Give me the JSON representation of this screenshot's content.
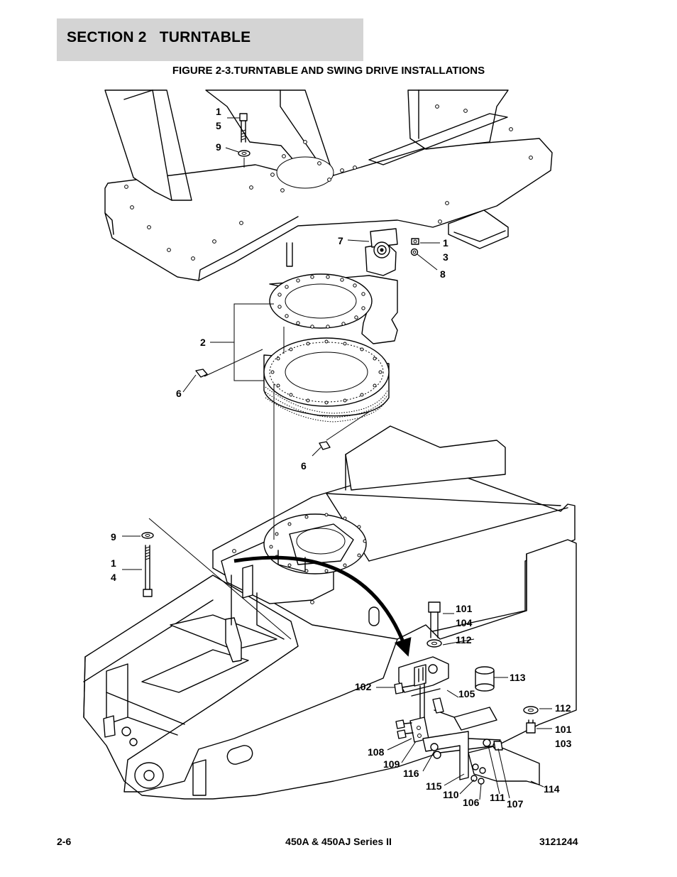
{
  "header": {
    "section_title": "SECTION 2   TURNTABLE",
    "figure_title": "FIGURE 2-3.TURNTABLE AND SWING DRIVE INSTALLATIONS"
  },
  "callouts": [
    {
      "id": "c-1a",
      "text": "1"
    },
    {
      "id": "c-5",
      "text": "5"
    },
    {
      "id": "c-9a",
      "text": "9"
    },
    {
      "id": "c-7",
      "text": "7"
    },
    {
      "id": "c-1b",
      "text": "1"
    },
    {
      "id": "c-3",
      "text": "3"
    },
    {
      "id": "c-8",
      "text": "8"
    },
    {
      "id": "c-2",
      "text": "2"
    },
    {
      "id": "c-6a",
      "text": "6"
    },
    {
      "id": "c-6b",
      "text": "6"
    },
    {
      "id": "c-9b",
      "text": "9"
    },
    {
      "id": "c-1c",
      "text": "1"
    },
    {
      "id": "c-4",
      "text": "4"
    },
    {
      "id": "c-101a",
      "text": "101"
    },
    {
      "id": "c-104",
      "text": "104"
    },
    {
      "id": "c-112a",
      "text": "112"
    },
    {
      "id": "c-113",
      "text": "113"
    },
    {
      "id": "c-102",
      "text": "102"
    },
    {
      "id": "c-105",
      "text": "105"
    },
    {
      "id": "c-112b",
      "text": "112"
    },
    {
      "id": "c-101b",
      "text": "101"
    },
    {
      "id": "c-103",
      "text": "103"
    },
    {
      "id": "c-108",
      "text": "108"
    },
    {
      "id": "c-109",
      "text": "109"
    },
    {
      "id": "c-116",
      "text": "116"
    },
    {
      "id": "c-115",
      "text": "115"
    },
    {
      "id": "c-110",
      "text": "110"
    },
    {
      "id": "c-106",
      "text": "106"
    },
    {
      "id": "c-111",
      "text": "111"
    },
    {
      "id": "c-107",
      "text": "107"
    },
    {
      "id": "c-114",
      "text": "114"
    }
  ],
  "footer": {
    "page_number": "2-6",
    "model": "450A & 450AJ Series II",
    "part_number": "3121244"
  }
}
